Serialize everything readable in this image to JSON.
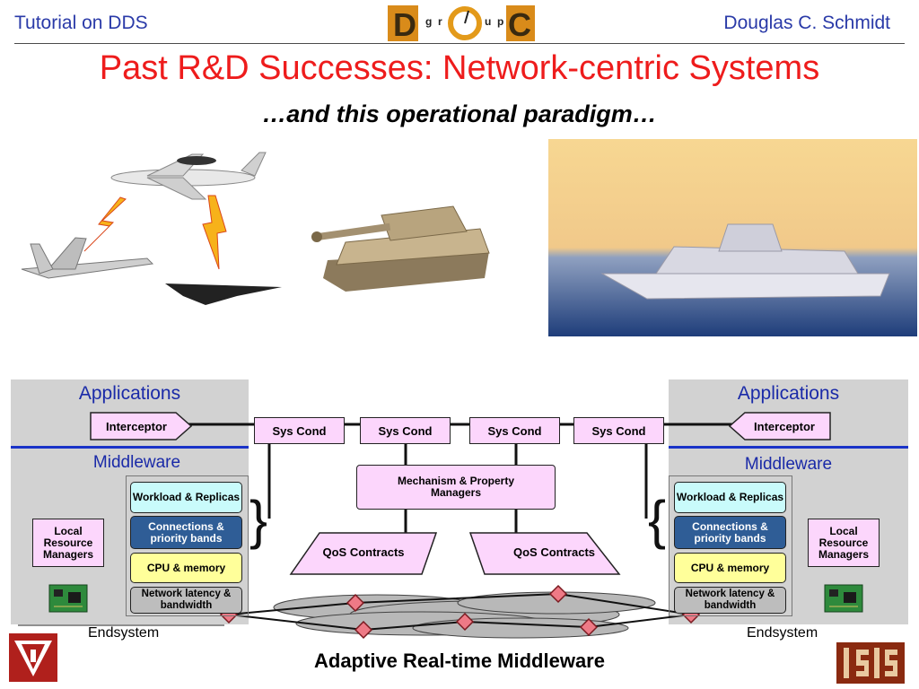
{
  "header": {
    "left": "Tutorial on DDS",
    "right": "Douglas C. Schmidt",
    "logo_letters": [
      "D",
      "g",
      "r",
      "o",
      "u",
      "p",
      "C"
    ]
  },
  "slide": {
    "title": "Past R&D Successes: Network-centric Systems",
    "subtitle": "…and this operational paradigm…"
  },
  "diagram": {
    "left": {
      "applications": "Applications",
      "interceptor": "Interceptor",
      "middleware": "Middleware",
      "stack": [
        "Workload & Replicas",
        "Connections & priority bands",
        "CPU & memory",
        "Network latency & bandwidth"
      ],
      "local": "Local Resource Managers",
      "endsystem": "Endsystem"
    },
    "right": {
      "applications": "Applications",
      "interceptor": "Interceptor",
      "middleware": "Middleware",
      "stack": [
        "Workload & Replicas",
        "Connections & priority bands",
        "CPU & memory",
        "Network latency & bandwidth"
      ],
      "local": "Local Resource Managers",
      "endsystem": "Endsystem"
    },
    "center": {
      "sys_cond": [
        "Sys Cond",
        "Sys Cond",
        "Sys Cond",
        "Sys Cond"
      ],
      "mechanism": "Mechanism & Property Managers",
      "qos": [
        "QoS Contracts",
        "QoS Contracts"
      ]
    }
  },
  "footer": {
    "caption": "Adaptive Real-time Middleware"
  },
  "colors": {
    "title": "#ee1c1c",
    "header_text": "#2a3aa8",
    "panel": "#d2d2d2",
    "pink_box": "#fcd6fc",
    "cyan_box": "#c9fbfb",
    "navy_box": "#2f5d96",
    "yellow_box": "#ffff9a",
    "grey_box": "#bdbdbd"
  }
}
